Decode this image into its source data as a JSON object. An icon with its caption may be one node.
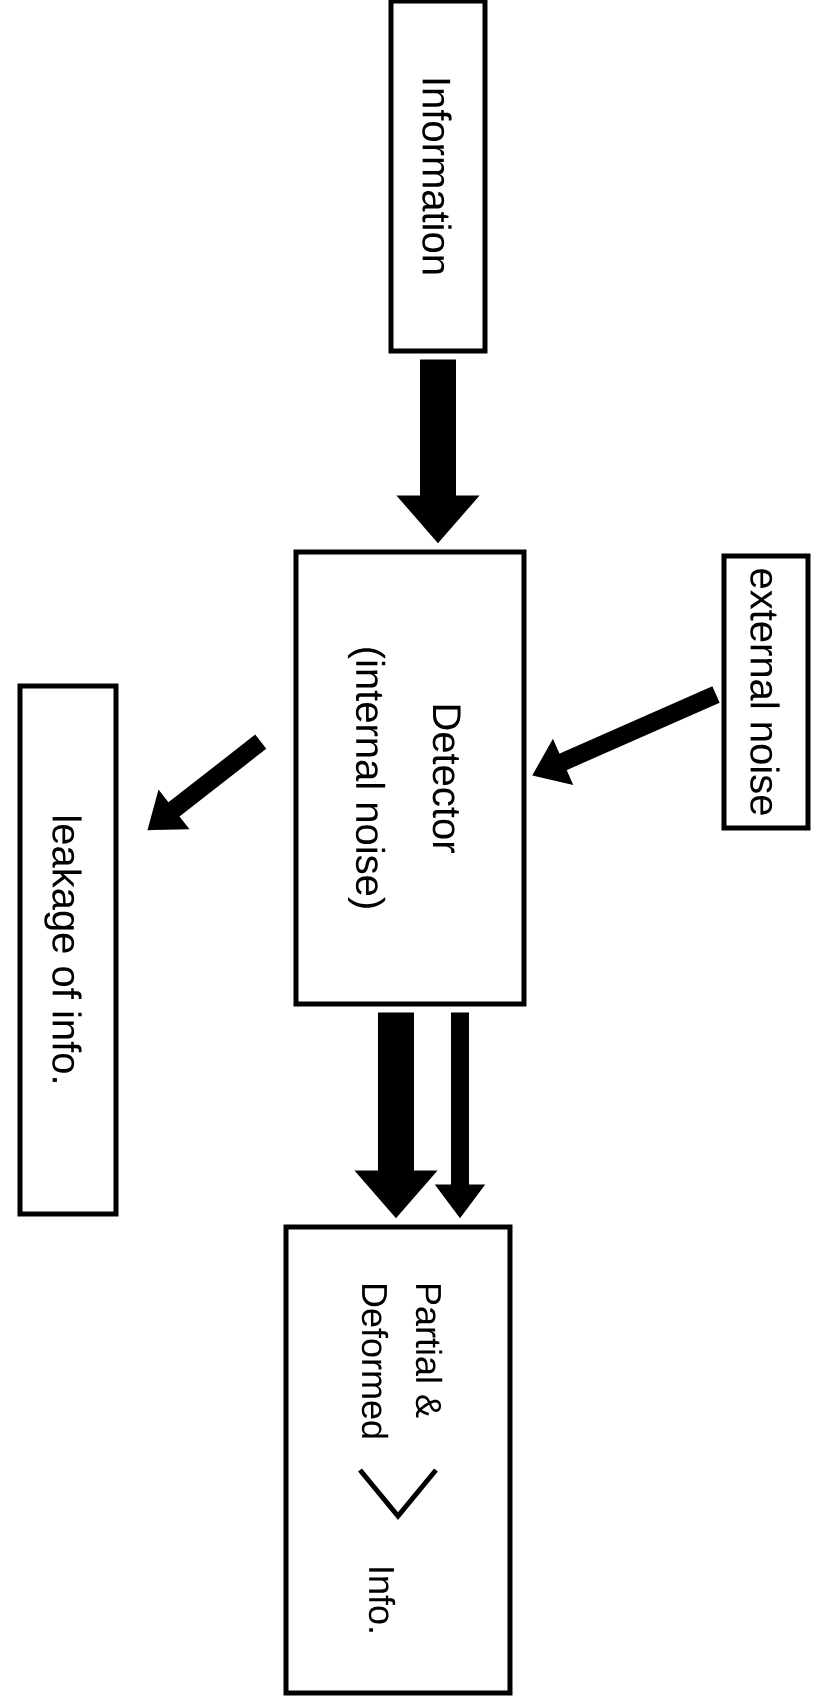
{
  "diagram": {
    "nodes": [
      {
        "text": [
          "Information"
        ]
      },
      {
        "text": [
          "Detector",
          "(internal noise)"
        ]
      },
      {
        "text": [
          "external noise"
        ]
      },
      {
        "text": [
          "leakage of info."
        ]
      },
      {
        "text": [
          "Partial & Deformed",
          "Info."
        ]
      }
    ],
    "edges": [
      {
        "from": 0,
        "to": 1,
        "arrow": "to",
        "style": "thick"
      },
      {
        "from": 2,
        "to": 1,
        "arrow": "to"
      },
      {
        "from": 1,
        "to": 3,
        "arrow": "to"
      },
      {
        "from": 1,
        "to": 4,
        "arrow": "to",
        "style": "thick"
      },
      {
        "from": 1,
        "to": 4,
        "arrow": "to"
      }
    ]
  }
}
